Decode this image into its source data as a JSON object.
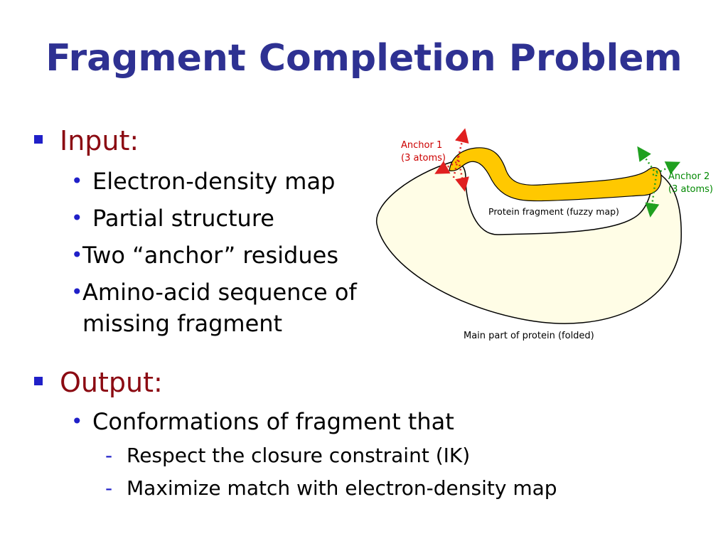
{
  "slide": {
    "title": "Fragment Completion Problem",
    "input": {
      "heading": "Input:",
      "items": [
        "Electron-density map",
        "Partial structure",
        "Two “anchor” residues",
        "Amino-acid sequence of",
        "missing fragment"
      ]
    },
    "output": {
      "heading": "Output:",
      "item": "Conformations of fragment that",
      "subitems": [
        "Respect the closure constraint (IK)",
        "Maximize match with electron-density map"
      ]
    }
  },
  "diagram": {
    "anchor1_line1": "Anchor 1",
    "anchor1_line2": "(3 atoms)",
    "anchor2_line1": "Anchor 2",
    "anchor2_line2": "(3 atoms)",
    "fragment_label": "Protein fragment (fuzzy map)",
    "main_label": "Main part of protein (folded)",
    "colors": {
      "title": "#2e3192",
      "heading": "#8b0a12",
      "bullet": "#2020c8",
      "protein_fill": "#fffde6",
      "fragment_fill": "#ffc800",
      "anchor1": "#e02020",
      "anchor2": "#20a020"
    }
  }
}
